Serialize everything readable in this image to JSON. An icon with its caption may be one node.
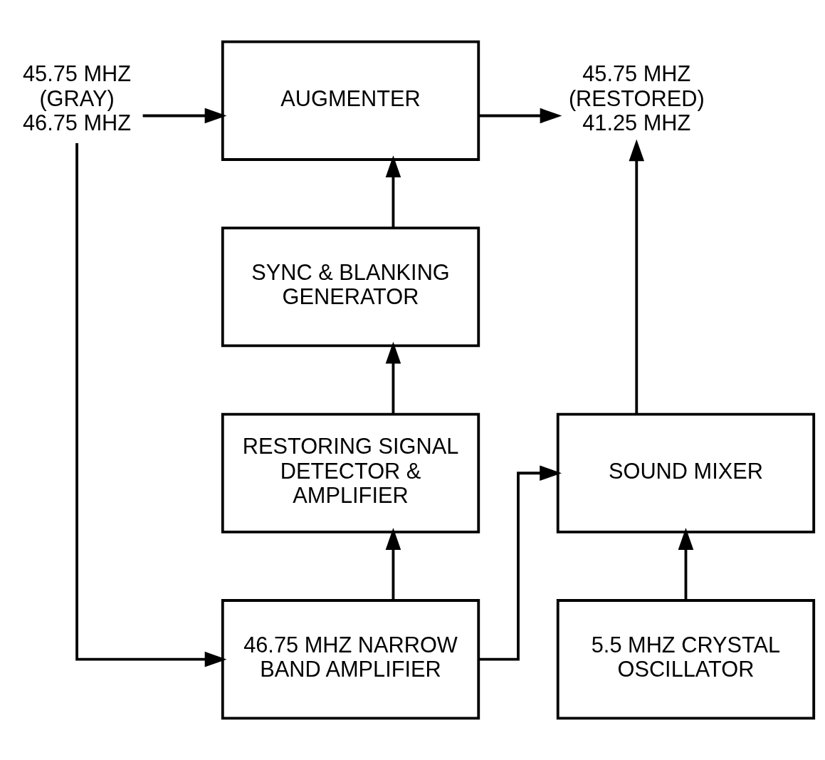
{
  "diagram": {
    "nodes": [
      {
        "text": [
          "45.75 MHZ (GRAY) 46.75 MHZ"
        ]
      },
      {
        "text": [
          "AUGMENTER"
        ]
      },
      {
        "text": [
          "45.75 MHZ (RESTORED) 41.25 MHZ"
        ]
      },
      {
        "text": [
          "SYNC & BLANKING GENERATOR"
        ]
      },
      {
        "text": [
          "RESTORING SIGNAL DETECTOR & AMPLIFIER"
        ]
      },
      {
        "text": [
          "SOUND MIXER"
        ]
      },
      {
        "text": [
          "46.75 MHZ NARROW BAND AMPLIFIER"
        ]
      },
      {
        "text": [
          "5.5 MHZ CRYSTAL OSCILLATOR"
        ]
      }
    ],
    "edges": [
      {
        "from": 0,
        "to": 1,
        "arrow": "to"
      },
      {
        "from": 0,
        "to": 6,
        "arrow": "to"
      },
      {
        "from": 1,
        "to": 2,
        "arrow": "to"
      },
      {
        "from": 5,
        "to": 2,
        "arrow": "to"
      },
      {
        "from": 3,
        "to": 1,
        "arrow": "to"
      },
      {
        "from": 4,
        "to": 3,
        "arrow": "to"
      },
      {
        "from": 6,
        "to": 4,
        "arrow": "to"
      },
      {
        "from": 6,
        "to": 5,
        "arrow": "to"
      },
      {
        "from": 7,
        "to": 5,
        "arrow": "to"
      }
    ]
  }
}
